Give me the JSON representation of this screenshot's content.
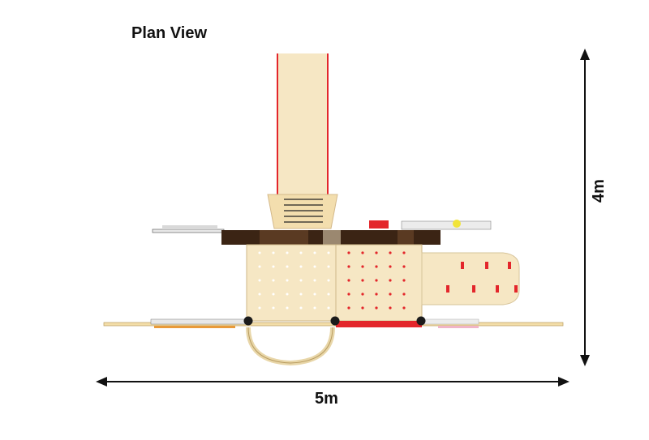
{
  "title": "Plan View",
  "dimensions": {
    "width_label": "5m",
    "height_label": "4m"
  },
  "colors": {
    "wood": "#f5e6c2",
    "deck": "#3b2414",
    "accent": "#e3262b",
    "post": "#1b1b1b"
  }
}
